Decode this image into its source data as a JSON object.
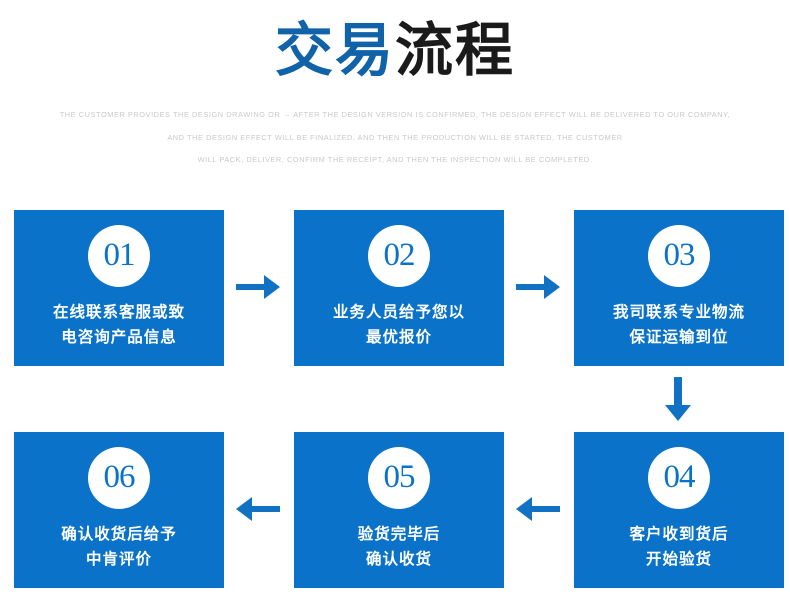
{
  "header": {
    "title_accent": "交易",
    "title_rest": "流程",
    "subtitle_lines": [
      "THE CUSTOMER PROVIDES THE DESIGN DRAWING OR → AFTER THE DESIGN VERSION IS CONFIRMED, THE DESIGN EFFECT WILL BE DELIVERED TO OUR COMPANY,",
      "AND THE DESIGN EFFECT WILL BE FINALIZED, AND THEN THE PRODUCTION WILL BE STARTED, THE CUSTOMER",
      "WILL PACK, DELIVER, CONFIRM THE RECEIPT, AND THEN THE INSPECTION WILL BE COMPLETED."
    ]
  },
  "colors": {
    "brand_blue": "#0a72c8",
    "title_accent": "#1063a8",
    "title_rest": "#1a1a1a",
    "subtitle_gray": "#c9c9c9",
    "arrow_blue": "#1172c4"
  },
  "steps": [
    {
      "number": "01",
      "line1": "在线联系客服或致",
      "line2": "电咨询产品信息"
    },
    {
      "number": "02",
      "line1": "业务人员给予您以",
      "line2": "最优报价"
    },
    {
      "number": "03",
      "line1": "我司联系专业物流",
      "line2": "保证运输到位"
    },
    {
      "number": "04",
      "line1": "客户收到货后",
      "line2": "开始验货"
    },
    {
      "number": "05",
      "line1": "验货完毕后",
      "line2": "确认收货"
    },
    {
      "number": "06",
      "line1": "确认收货后给予",
      "line2": "中肯评价"
    }
  ],
  "arrows": [
    {
      "name": "arrow-right-01-to-02",
      "direction": "right"
    },
    {
      "name": "arrow-right-02-to-03",
      "direction": "right"
    },
    {
      "name": "arrow-down-03-to-04",
      "direction": "down"
    },
    {
      "name": "arrow-left-04-to-05",
      "direction": "left"
    },
    {
      "name": "arrow-left-05-to-06",
      "direction": "left"
    }
  ]
}
